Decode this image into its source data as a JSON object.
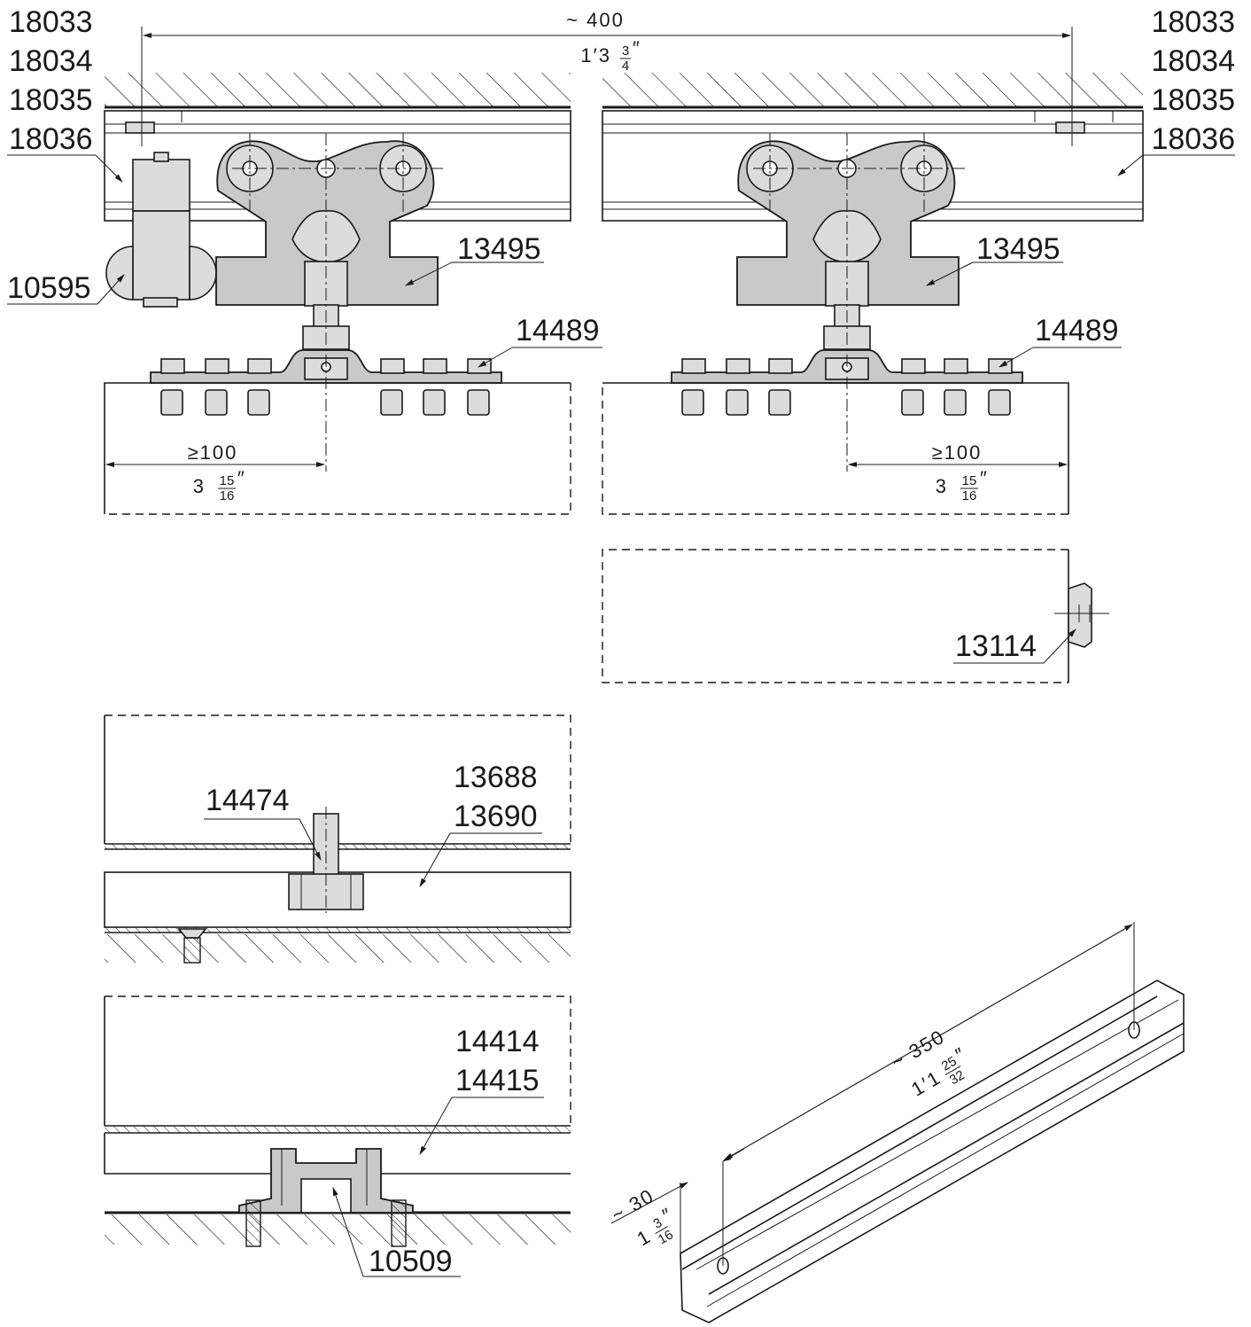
{
  "top_left_labels": [
    "18033",
    "18034",
    "18035",
    "18036"
  ],
  "top_right_labels": [
    "18033",
    "18034",
    "18035",
    "18036"
  ],
  "left_view": {
    "guide_label": "10595",
    "carriage_label": "13495",
    "plate_label": "14489"
  },
  "right_view": {
    "carriage_label": "13495",
    "plate_label": "14489",
    "stop_label": "13114"
  },
  "overall_dim": {
    "metric": "~ 400",
    "imperial_whole": "1′3",
    "imperial_num": "3",
    "imperial_den": "4",
    "imperial_unit": "″"
  },
  "edge_dim_left": {
    "metric": "≥100",
    "imperial_whole": "3",
    "imperial_num": "15",
    "imperial_den": "16",
    "imperial_unit": "″"
  },
  "edge_dim_right": {
    "metric": "≥100",
    "imperial_whole": "3",
    "imperial_num": "15",
    "imperial_den": "16",
    "imperial_unit": "″"
  },
  "floor_guide_1": {
    "pin_label": "14474",
    "guide_label_a": "13688",
    "guide_label_b": "13690"
  },
  "floor_guide_2": {
    "rail_label_a": "14414",
    "rail_label_b": "14415",
    "guide_label": "10509"
  },
  "rail_profile": {
    "length_metric": "~ 350",
    "length_imperial_whole": "1′1",
    "length_num": "25",
    "length_den": "32",
    "length_unit": "″",
    "offset_metric": "~ 30",
    "offset_imperial_whole": "1",
    "offset_num": "3",
    "offset_den": "16",
    "offset_unit": "″"
  }
}
